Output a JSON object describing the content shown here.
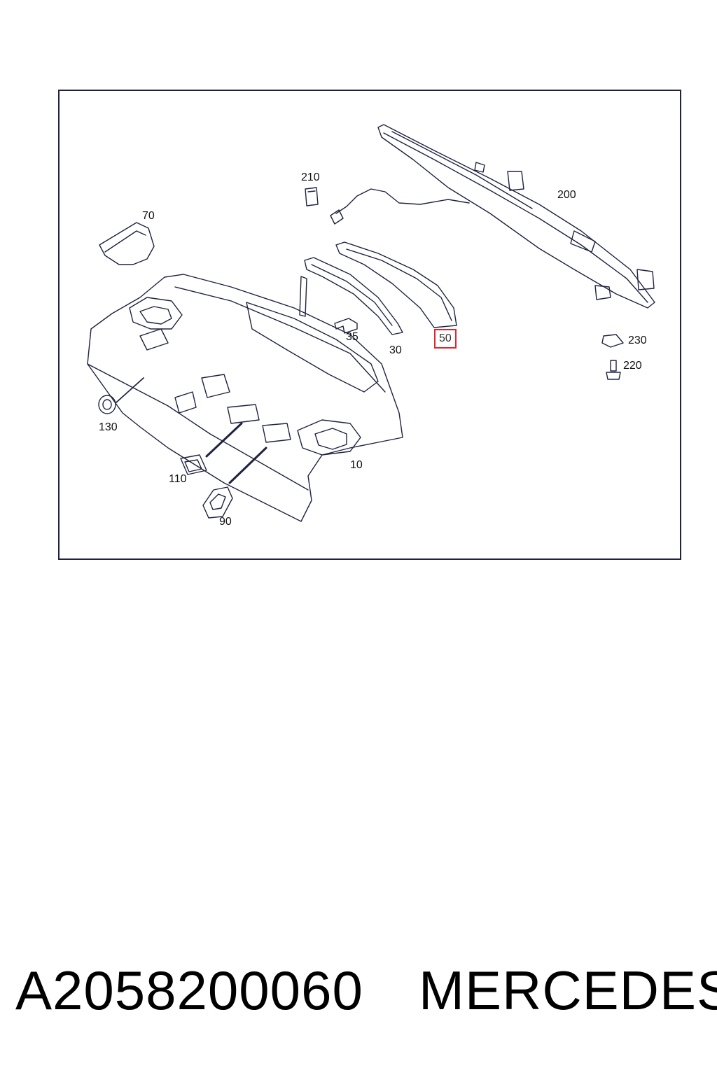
{
  "parts": [
    {
      "id": "p200",
      "label": "200"
    },
    {
      "id": "p210",
      "label": "210"
    },
    {
      "id": "p70",
      "label": "70"
    },
    {
      "id": "p35",
      "label": "35"
    },
    {
      "id": "p30",
      "label": "30"
    },
    {
      "id": "p50",
      "label": "50",
      "highlighted": true
    },
    {
      "id": "p230",
      "label": "230"
    },
    {
      "id": "p220",
      "label": "220"
    },
    {
      "id": "p130",
      "label": "130"
    },
    {
      "id": "p10",
      "label": "10"
    },
    {
      "id": "p110",
      "label": "110"
    },
    {
      "id": "p90",
      "label": "90"
    }
  ],
  "footer": {
    "part_number": "A2058200060",
    "brand": "MERCEDES"
  },
  "colors": {
    "line": "#1f2340",
    "highlight": "#e0262c"
  }
}
